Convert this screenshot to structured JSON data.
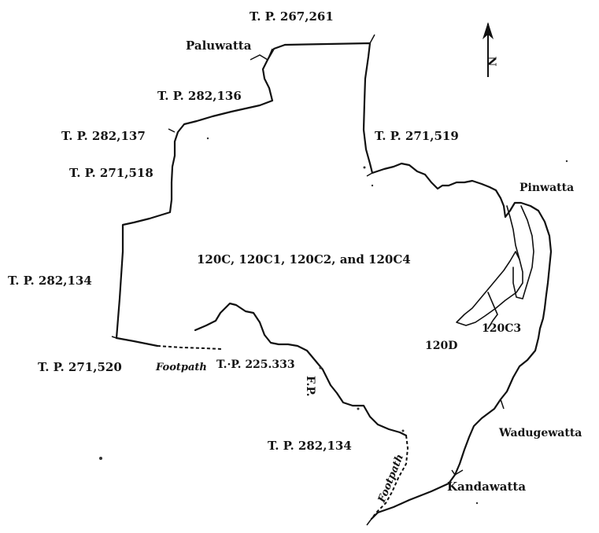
{
  "map": {
    "trig_points": {
      "tp_267261": "T. P. 267,261",
      "tp_282136": "T. P. 282,136",
      "tp_282137": "T. P. 282,137",
      "tp_271518": "T. P. 271,518",
      "tp_271519": "T. P. 271,519",
      "tp_282134_west": "T. P. 282,134",
      "tp_271520": "T. P. 271,520",
      "tp_225333": "T.·P. 225.333",
      "tp_282134_south": "T. P. 282,134"
    },
    "places": {
      "paluwatta": "Paluwatta",
      "pinwatta": "Pinwatta",
      "wadugewatta": "Wadugewatta",
      "kandawatta": "Kandawatta"
    },
    "lots": {
      "main": "120C, 120C1, 120C2, and 120C4",
      "lot_120c3": "120C3",
      "lot_120d": "120D"
    },
    "paths": {
      "footpath_west": "Footpath",
      "footpath_south": "Footpath",
      "fp_abbrev": "F.P."
    },
    "north_arrow": {
      "icon": "north-arrow-icon",
      "letter": "N"
    },
    "colors": {
      "ink": "#111111",
      "paper": "#ffffff"
    }
  }
}
